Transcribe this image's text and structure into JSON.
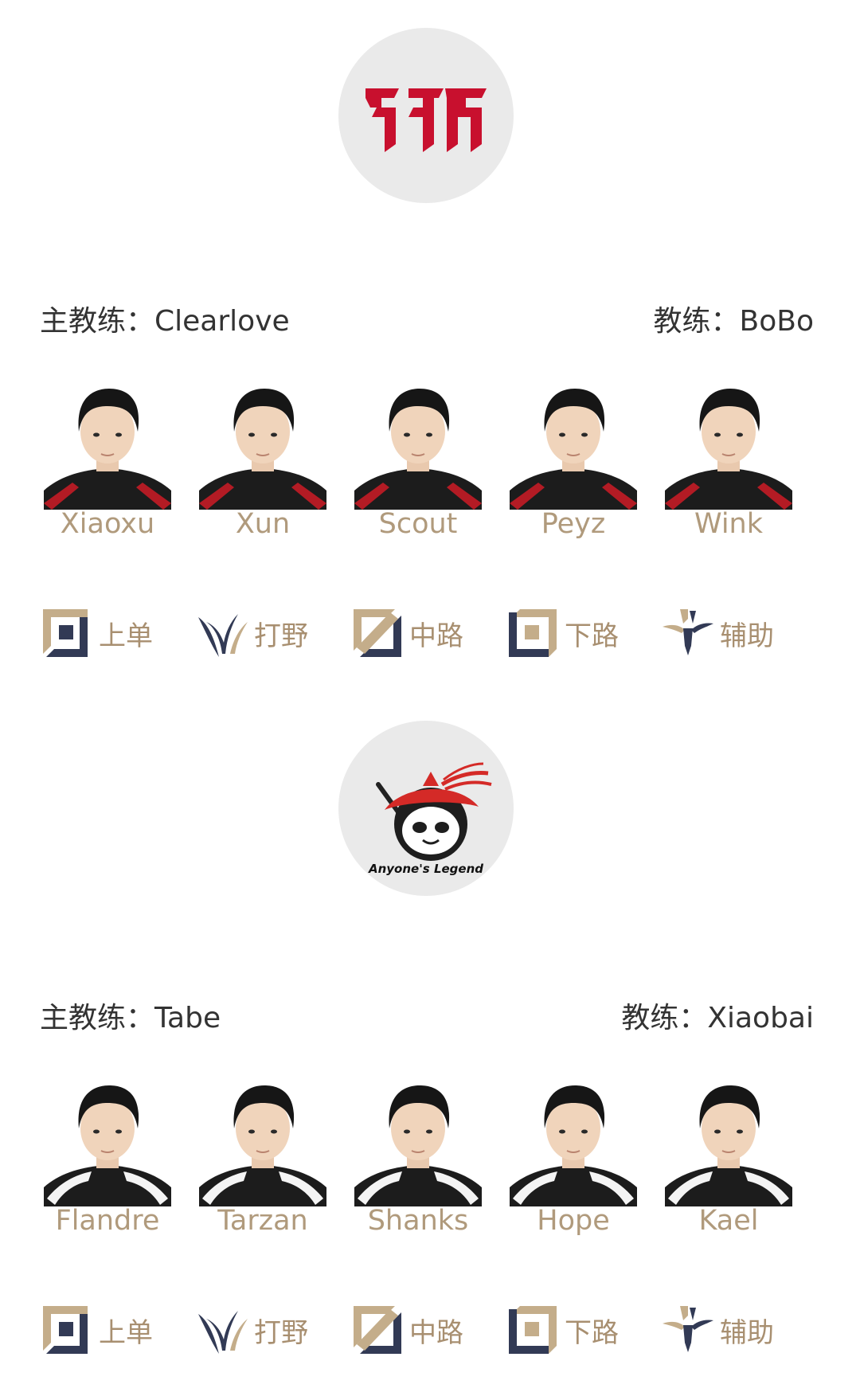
{
  "colors": {
    "accent_gold": "#b09a7c",
    "role_navy": "#323a55",
    "role_gold": "#c4ad8a",
    "jdg_red": "#c8102e",
    "logo_bg": "#eaeaea"
  },
  "roles": [
    {
      "label": "上单",
      "icon": "top-lane-icon"
    },
    {
      "label": "打野",
      "icon": "jungle-icon"
    },
    {
      "label": "中路",
      "icon": "mid-lane-icon"
    },
    {
      "label": "下路",
      "icon": "bot-lane-icon"
    },
    {
      "label": "辅助",
      "icon": "support-icon"
    }
  ],
  "teams": [
    {
      "logo": "jdg-logo",
      "head_coach_label": "主教练：",
      "head_coach": "Clearlove",
      "coach_label": "教练：",
      "coach": "BoBo",
      "players": [
        "Xiaoxu",
        "Xun",
        "Scout",
        "Peyz",
        "Wink"
      ]
    },
    {
      "logo": "anyones-legend-logo",
      "logo_text": "Anyone's Legend",
      "head_coach_label": "主教练：",
      "head_coach": "Tabe",
      "coach_label": "教练：",
      "coach": "Xiaobai",
      "players": [
        "Flandre",
        "Tarzan",
        "Shanks",
        "Hope",
        "Kael"
      ]
    }
  ]
}
